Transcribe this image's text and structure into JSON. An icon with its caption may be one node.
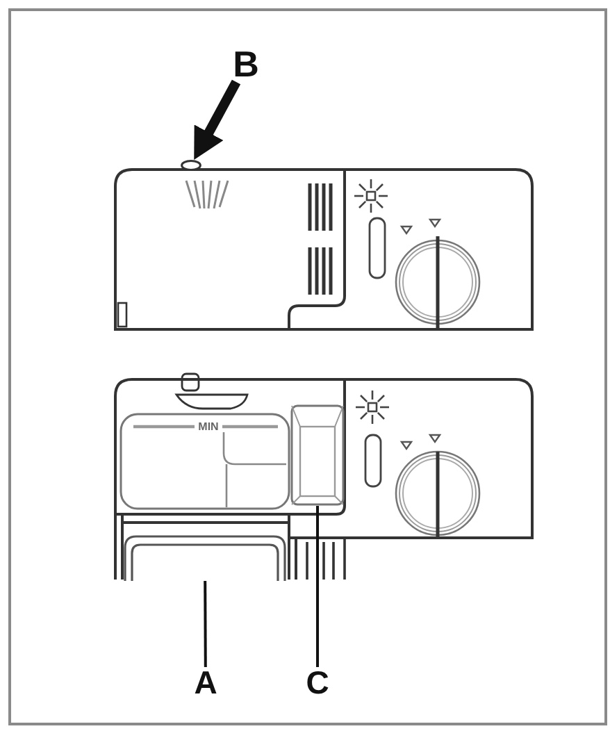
{
  "diagram": {
    "nodes": [
      {
        "text": [
          "B"
        ]
      },
      {
        "text": [],
        "shape": "circle"
      },
      {
        "text": [],
        "shape": "picture"
      },
      {
        "text": [],
        "shape": "picture"
      },
      {
        "text": [
          "A"
        ]
      },
      {
        "text": [
          "C"
        ]
      }
    ],
    "edges": [
      {
        "from": 0,
        "to": 1,
        "arrow": "to",
        "style": "thick"
      },
      {
        "from": 4,
        "to": 2,
        "arrow": "none"
      },
      {
        "from": 5,
        "to": 3,
        "arrow": "none"
      }
    ],
    "labels": [
      "MIN"
    ]
  }
}
